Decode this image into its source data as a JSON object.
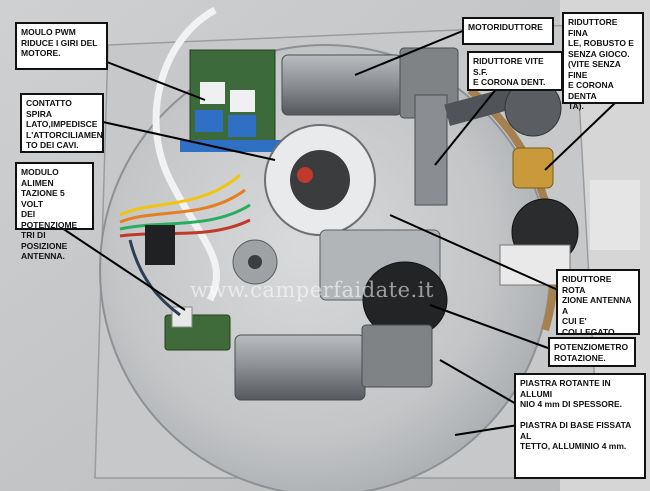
{
  "watermark": "www.camperfaidate.it",
  "labels": {
    "pwm": "MOULO PWM\nRIDUCE I GIRI DEL\nMOTORE.",
    "spira": "CONTATTO SPIRA\nLATO,IMPEDISCE\nL'ATTORCILIAMEN\nTO DEI CAVI.",
    "alimentazione": "MODULO ALIMEN\nTAZIONE 5 VOLT\nDEI POTENZIOME\nTRI DI POSIZIONE\nANTENNA.",
    "motoriduttore": "MOTORIDUTTORE",
    "vite": "RIDUTTORE VITE S.F.\nE CORONA DENT.",
    "riduttore_fine": "RIDUTTORE FINA\nLE, ROBUSTO E\nSENZA GIOCO.\n(VITE SENZA FINE\nE CORONA DENTA\nTA).",
    "rotazione": "RIDUTTORE ROTA\nZIONE ANTENNA A\nCUI E' COLLEGATO\nIL PIGNONE IN PLA\nSTICA.",
    "potenziometro": "POTENZIOMETRO\nROTAZIONE.",
    "piastre": "PIASTRA ROTANTE IN ALLUMI\nNIO 4 mm DI SPESSORE.\n\nPIASTRA DI BASE FISSATA  AL\nTETTO, ALLUMINIO 4 mm."
  }
}
